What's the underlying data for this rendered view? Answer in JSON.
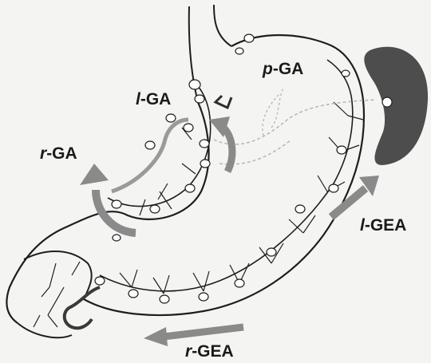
{
  "labels": {
    "p_ga": {
      "prefix": "p",
      "suffix": "-GA"
    },
    "l_ga": {
      "prefix": "l",
      "suffix": "-GA"
    },
    "r_ga": {
      "prefix": "r",
      "suffix": "-GA"
    },
    "l_gea": {
      "prefix": "l",
      "suffix": "-GEA"
    },
    "r_gea": {
      "prefix": "r",
      "suffix": "-GEA"
    }
  },
  "colors": {
    "background": "#f4f4f2",
    "outline": "#1e1e1e",
    "spleen": "#4d4d4d",
    "arrow": "#8a8a8a",
    "dark_vessel": "#3a3a3a",
    "dashed_vessel": "#b5b5b5",
    "node_fill": "#ffffff"
  }
}
